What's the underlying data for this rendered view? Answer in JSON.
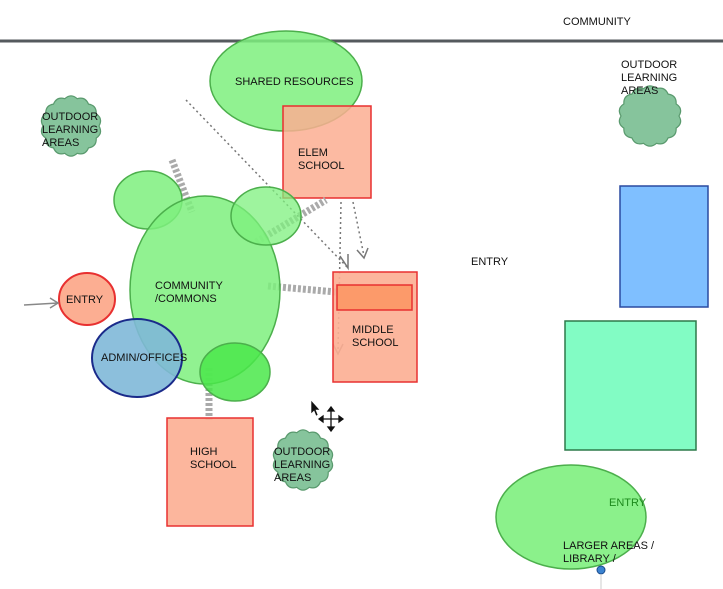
{
  "labels": {
    "community_top": "COMMUNITY",
    "shared_resources": "SHARED RESOURCES",
    "elem_school": "ELEM\nSCHOOL",
    "outdoor_left": "OUTDOOR\nLEARNING\nAREAS",
    "outdoor_right": "OUTDOOR\nLEARNING\nAREAS",
    "outdoor_center": "OUTDOOR\nLEARNING\nAREAS",
    "community_commons": "COMMUNITY\n/COMMONS",
    "entry_left": "ENTRY",
    "entry_middle": "ENTRY",
    "entry_right": "ENTRY",
    "admin_offices": "ADMIN/OFFICES",
    "middle_school": "MIDDLE\nSCHOOL",
    "high_school": "HIGH\nSCHOOL",
    "larger_areas": "LARGER AREAS /\nLIBRARY /"
  },
  "colors": {
    "green_fill": "#7ef07e",
    "green_stroke": "#4caf4c",
    "salmon_fill": "#fcae92",
    "red_stroke": "#e83030",
    "tree_fill": "#86c49c",
    "tree_stroke": "#5a9a6e",
    "blue_fill": "#7fbfff",
    "blue_stroke": "#2a4aa0",
    "mint_fill": "#82fcc4",
    "mint_stroke": "#2d7a4a",
    "admin_fill": "#7fb8d8",
    "admin_stroke": "#1a2a8a",
    "connector": "#aaaaaa",
    "top_line": "#555a5e"
  },
  "icons": {
    "cursor": "arrow-cursor-icon",
    "move": "move-cursor-icon"
  }
}
